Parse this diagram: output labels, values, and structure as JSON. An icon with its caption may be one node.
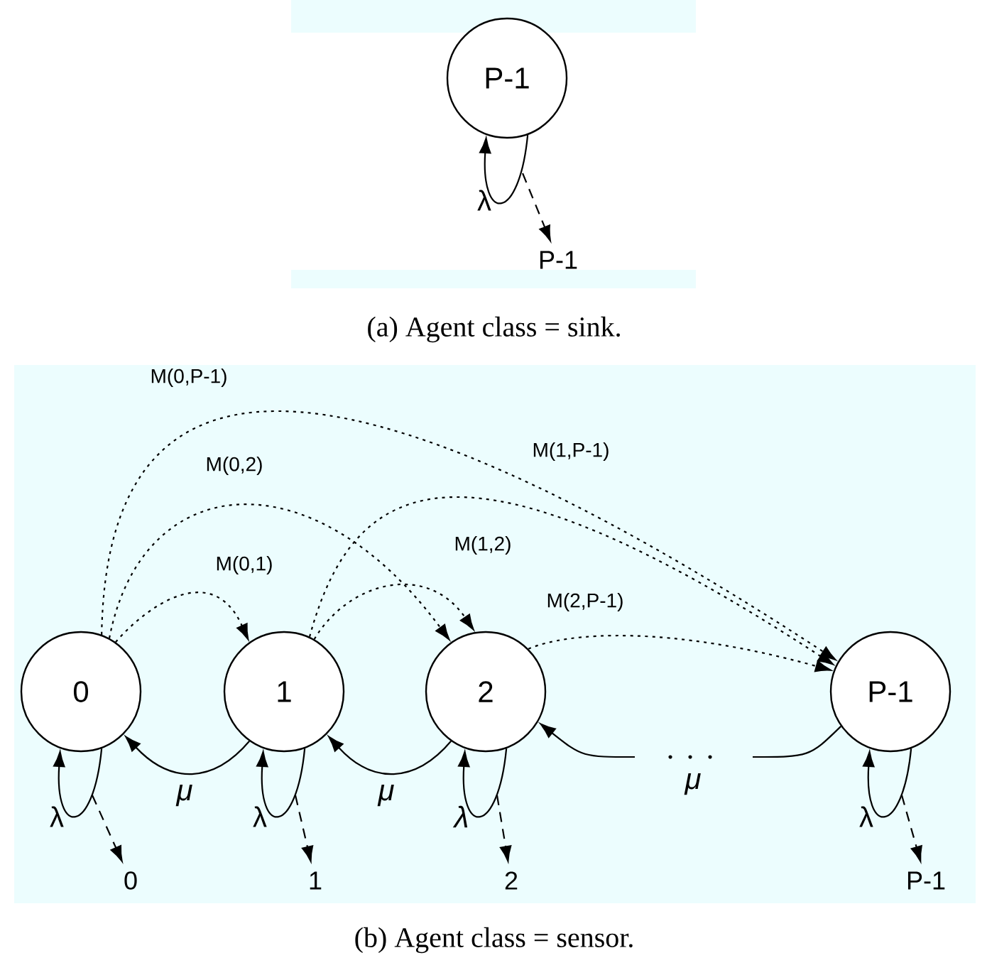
{
  "diagram": {
    "nodes": [
      {
        "text": [
          "P-1"
        ]
      },
      {
        "text": [
          "P-1"
        ]
      },
      {
        "text": [
          "0"
        ]
      },
      {
        "text": [
          "1"
        ]
      },
      {
        "text": [
          "2"
        ]
      },
      {
        "text": [
          "P-1"
        ]
      },
      {
        "text": [
          "0"
        ]
      },
      {
        "text": [
          "1"
        ]
      },
      {
        "text": [
          "2"
        ]
      },
      {
        "text": [
          "P-1"
        ]
      }
    ],
    "edges": [
      {
        "from": 0,
        "to": 0,
        "arrow": "to",
        "label": "λ"
      },
      {
        "from": null,
        "to": 1,
        "arrow": "to",
        "style": "dashed"
      },
      {
        "from": 2,
        "to": 5,
        "arrow": "to",
        "style": "dashed",
        "label": "M(0,P-1)"
      },
      {
        "from": 2,
        "to": 4,
        "arrow": "to",
        "style": "dashed",
        "label": "M(0,2)"
      },
      {
        "from": 3,
        "to": 5,
        "arrow": "to",
        "style": "dashed",
        "label": "M(1,P-1)"
      },
      {
        "from": 3,
        "to": 4,
        "arrow": "to",
        "style": "dashed",
        "label": "M(1,2)"
      },
      {
        "from": 2,
        "to": 3,
        "arrow": "to",
        "style": "dashed",
        "label": "M(0,1)"
      },
      {
        "from": 4,
        "to": 5,
        "arrow": "to",
        "style": "dashed",
        "label": "M(2,P-1)"
      },
      {
        "from": 3,
        "to": 2,
        "arrow": "to",
        "label": "μ"
      },
      {
        "from": 4,
        "to": 3,
        "arrow": "to",
        "label": "μ"
      },
      {
        "from": 5,
        "to": null,
        "arrow": "none"
      },
      {
        "from": null,
        "to": 4,
        "arrow": "to",
        "label": "μ"
      },
      {
        "from": 2,
        "to": 2,
        "arrow": "to",
        "label": "λ"
      },
      {
        "from": 3,
        "to": 3,
        "arrow": "to",
        "label": "λ"
      },
      {
        "from": 4,
        "to": 4,
        "arrow": "to",
        "label": "λ"
      },
      {
        "from": 5,
        "to": 5,
        "arrow": "to",
        "label": "λ"
      },
      {
        "from": null,
        "to": 6,
        "arrow": "to",
        "style": "dashed"
      },
      {
        "from": null,
        "to": 7,
        "arrow": "to",
        "style": "dashed"
      },
      {
        "from": null,
        "to": 8,
        "arrow": "to",
        "style": "dashed"
      },
      {
        "from": null,
        "to": 9,
        "arrow": "to",
        "style": "dashed"
      }
    ],
    "labels": [
      "(a)  Agent class = sink.",
      "(b)  Agent class = sensor."
    ]
  }
}
